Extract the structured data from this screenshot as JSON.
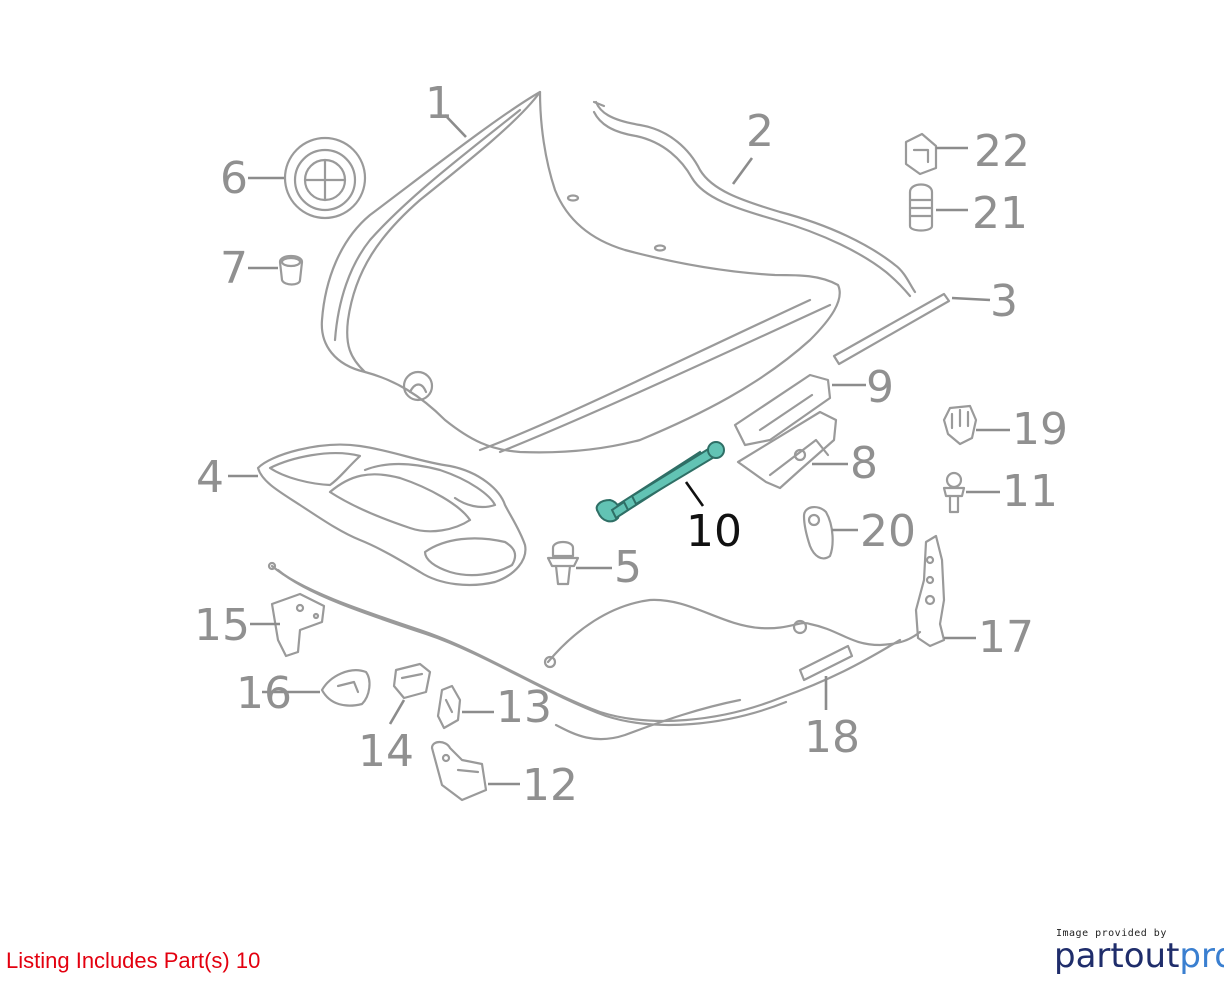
{
  "callouts": {
    "c1": "1",
    "c2": "2",
    "c3": "3",
    "c4": "4",
    "c5": "5",
    "c6": "6",
    "c7": "7",
    "c8": "8",
    "c9": "9",
    "c10": "10",
    "c11": "11",
    "c12": "12",
    "c13": "13",
    "c14": "14",
    "c15": "15",
    "c16": "16",
    "c17": "17",
    "c18": "18",
    "c19": "19",
    "c20": "20",
    "c21": "21",
    "c22": "22"
  },
  "highlighted_part": "10",
  "footer": {
    "listing": "Listing Includes Part(s) 10",
    "credit": "Image provided by",
    "brand_part1": "partout",
    "brand_part2": "pro"
  },
  "colors": {
    "highlight": "#62c3b4",
    "listing_text": "#e3000f",
    "brand_dark": "#1f2d6b",
    "brand_light": "#3a7fd0"
  }
}
